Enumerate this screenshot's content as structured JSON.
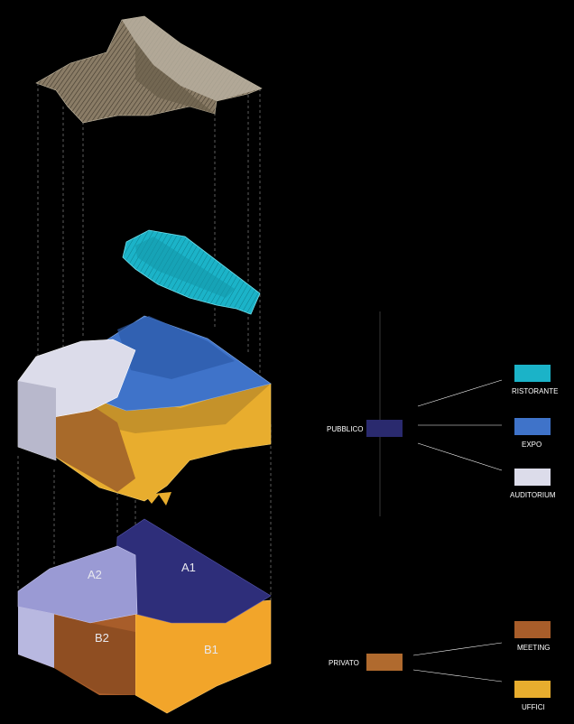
{
  "diagram": {
    "zones": [
      "A1",
      "A2",
      "B1",
      "B2"
    ],
    "legend": {
      "public": {
        "label": "PUBBLICO",
        "color": "#2a2a6e",
        "items": [
          {
            "label": "RISTORANTE",
            "color": "#1bb3c8"
          },
          {
            "label": "EXPO",
            "color": "#3f73c9"
          },
          {
            "label": "AUDITORIUM",
            "color": "#dcdcea"
          }
        ]
      },
      "private": {
        "label": "PRIVATO",
        "color": "#b06a2e",
        "items": [
          {
            "label": "MEETING",
            "color": "#a85d2a"
          },
          {
            "label": "UFFICI",
            "color": "#e8ad2e"
          }
        ]
      }
    }
  }
}
